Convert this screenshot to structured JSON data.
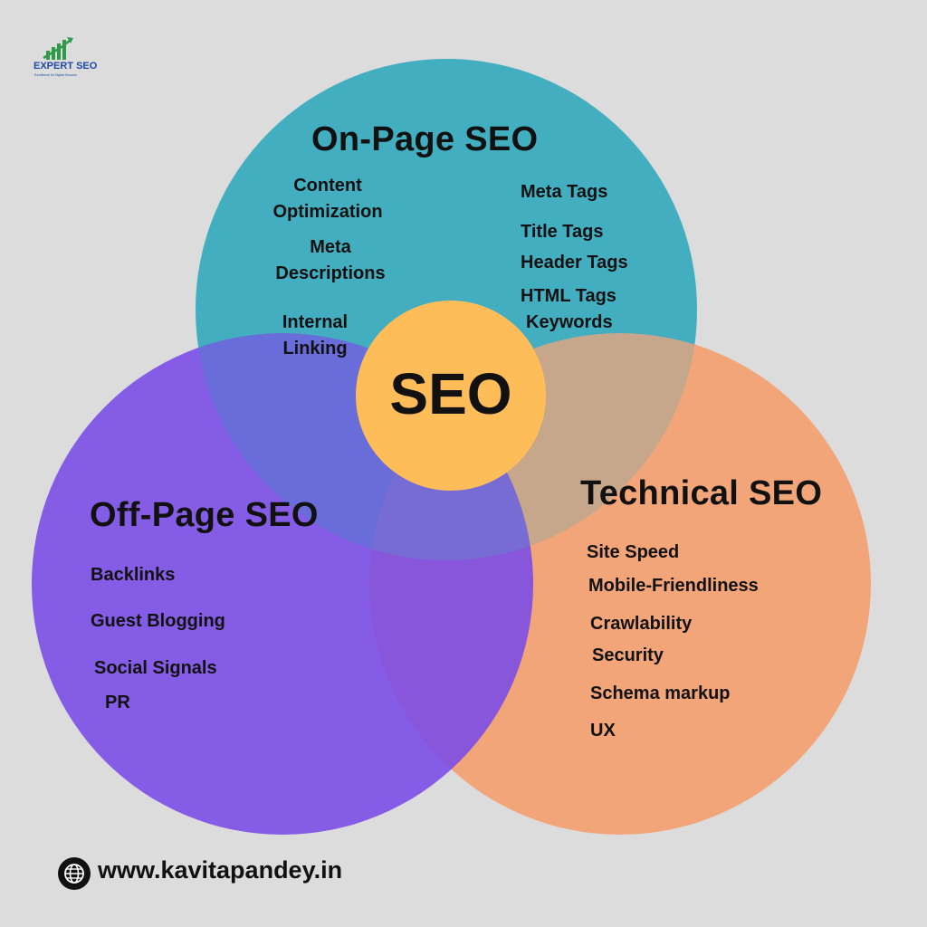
{
  "logo": {
    "title": "EXPERT SEO",
    "tagline": "Excellence for Digital Success"
  },
  "center": {
    "label": "SEO"
  },
  "sections": {
    "on_page": {
      "title": "On-Page SEO",
      "items": {
        "content_optimization": "Content\nOptimization",
        "meta_descriptions": "Meta\nDescriptions",
        "internal_linking": "Internal\nLinking",
        "meta_tags": "Meta Tags",
        "title_tags": "Title Tags",
        "header_tags": "Header Tags",
        "html_tags": "HTML Tags",
        "keywords": "Keywords"
      }
    },
    "off_page": {
      "title": "Off-Page SEO",
      "items": {
        "backlinks": "Backlinks",
        "guest_blogging": "Guest Blogging",
        "social_signals": "Social Signals",
        "pr": "PR"
      }
    },
    "technical": {
      "title": "Technical SEO",
      "items": {
        "site_speed": "Site Speed",
        "mobile_friendliness": "Mobile-Friendliness",
        "crawlability": "Crawlability",
        "security": "Security",
        "schema_markup": "Schema markup",
        "ux": "UX"
      }
    }
  },
  "footer": {
    "website": "www.kavitapandey.in",
    "icon": "globe-icon"
  },
  "colors": {
    "background": "#dcdcdc",
    "on_page_circle": "#42aec1",
    "off_page_circle": "#7b4ee6",
    "technical_circle": "#f3a57a",
    "center_circle": "#ffbd59",
    "logo": "#1f4aa8"
  }
}
